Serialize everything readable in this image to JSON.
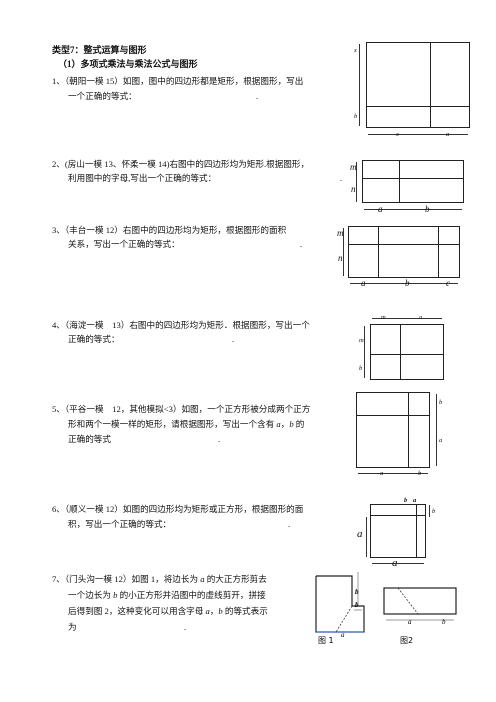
{
  "heading": "类型7：整式运算与图形",
  "subheading": "（1）多项式乘法与乘法公式与图形",
  "problems": [
    {
      "line1": "1、（朝阳一模 15）如图，图中的四边形都是矩形，根据图形，写出",
      "line2": "一个正确的等式：",
      "end": "."
    },
    {
      "line1": "2、(房山一模 13、怀柔一模 14)右图中的四边形均为矩形.根据图形，",
      "line2": "利用图中的字母,写出一个正确的等式：",
      "end": "."
    },
    {
      "line1": "3、（丰台一模 12）右图中的四边形均为矩形，根据图形的面积",
      "line2": "关系，写出一个正确的等式：",
      "end": "."
    },
    {
      "line1": "4、（海淀一模　13）右图中的四边形均为矩形．根据图形，写出一个",
      "line2": "正确的等式：",
      "end": "."
    },
    {
      "line1": "5、（平谷一模　12，其他模拟<3）如图，一个正方形被分成两个正方",
      "line2a": "形和两个一模一样的矩形，请根据图形，写出一个含有 ",
      "var_a": "a",
      "sep": "，",
      "var_b": "b",
      "line2b": " 的",
      "line3": "正确的等式",
      "end": "."
    },
    {
      "line1": "6、（顺义一模 12）如图的四边形均为矩形或正方形，根据图形的面",
      "line2": "积，写出一个正确的等式：",
      "end": "."
    },
    {
      "line1a": "7、（门头沟一模 12）如图 1，将边长为 ",
      "var_a": "a",
      "line1b": " 的大正方形剪去",
      "line2a": "一个边长为 ",
      "var_b": "b",
      "line2b": " 的小正方形并沿图中的虚线剪开，拼接",
      "line3a": "后得到图 2，这种变化可以用含字母 ",
      "line3_a": "a",
      "line3_sep": "，",
      "line3_b": "b",
      "line3b": " 的等式表示",
      "line4": "为",
      "end": "."
    }
  ],
  "figures": {
    "fig1": {
      "x_top": "x",
      "b_side": "b",
      "x_bottom": "x",
      "a_bottom": "a"
    },
    "fig2": {
      "m": "m",
      "n": "n",
      "a": "a",
      "b": "b"
    },
    "fig3": {
      "m": "m",
      "n": "n",
      "a": "a",
      "b": "b",
      "c": "c"
    },
    "fig4": {
      "m_top": "m",
      "a_top": "a",
      "m_side": "m",
      "b_side": "b"
    },
    "fig5": {
      "b_side": "b",
      "a_side": "a",
      "a_bottom": "a",
      "b_bottom": "b"
    },
    "fig6": {
      "b_top": "b",
      "a_top": "a",
      "b_side": "b",
      "a_side": "a",
      "a_bottom": "a"
    },
    "fig7": {
      "b1": "b",
      "b2": "b",
      "a1": "a",
      "cap1": "图 1",
      "a2": "a",
      "b3": "b",
      "cap2": "图2"
    }
  }
}
